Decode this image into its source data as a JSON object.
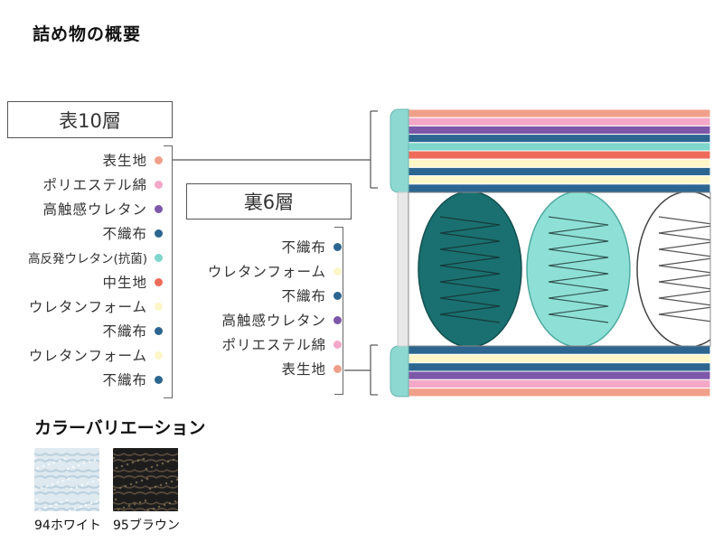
{
  "title": "詰め物の概要",
  "top": {
    "heading": "表10層",
    "layers": [
      {
        "label": "表生地",
        "color": "#f0a08a"
      },
      {
        "label": "ポリエステル綿",
        "color": "#f3a8c8"
      },
      {
        "label": "高触感ウレタン",
        "color": "#7d57a8"
      },
      {
        "label": "不織布",
        "color": "#2c6690"
      },
      {
        "label": "高反発ウレタン(抗菌)",
        "color": "#7fd6cc"
      },
      {
        "label": "中生地",
        "color": "#ee6a5a"
      },
      {
        "label": "ウレタンフォーム",
        "color": "#fdf6c8"
      },
      {
        "label": "不織布",
        "color": "#2c6690"
      },
      {
        "label": "ウレタンフォーム",
        "color": "#fdf6c8"
      },
      {
        "label": "不織布",
        "color": "#2c6690"
      }
    ]
  },
  "bottom": {
    "heading": "裏6層",
    "layers": [
      {
        "label": "不織布",
        "color": "#2c6690"
      },
      {
        "label": "ウレタンフォーム",
        "color": "#fdf6c8"
      },
      {
        "label": "不織布",
        "color": "#2c6690"
      },
      {
        "label": "高触感ウレタン",
        "color": "#7d57a8"
      },
      {
        "label": "ポリエステル綿",
        "color": "#f3a8c8"
      },
      {
        "label": "表生地",
        "color": "#f0a08a"
      }
    ]
  },
  "colors": {
    "spring_dark": "#1a7070",
    "spring_light": "#8ee0d6",
    "spring_outline": "#444444",
    "edge_cap": "#8ed8d2",
    "line": "#555555"
  },
  "variation": {
    "heading": "カラーバリエーション",
    "items": [
      {
        "label": "94ホワイト",
        "base": "#dfe9f0",
        "accent": "#b8cedb"
      },
      {
        "label": "95ブラウン",
        "base": "#1d1d1d",
        "accent": "#5e5240"
      }
    ]
  }
}
